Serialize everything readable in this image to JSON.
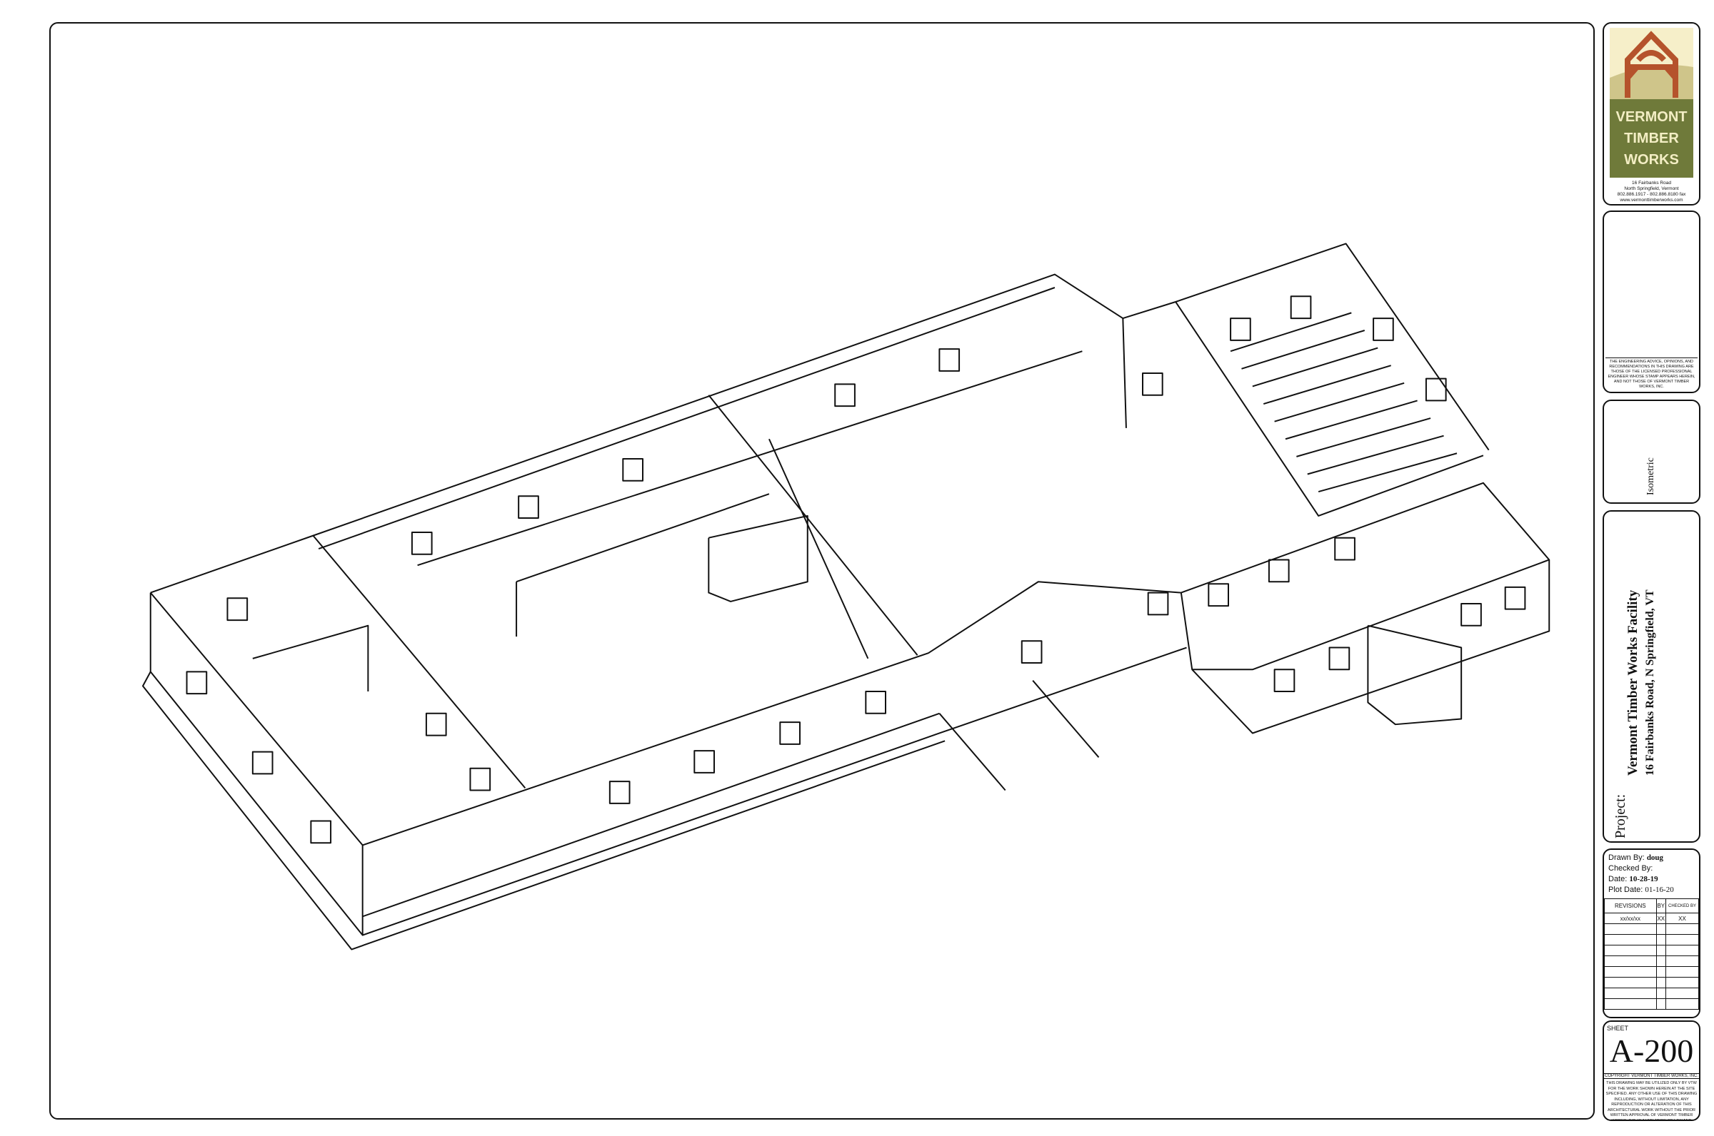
{
  "logo": {
    "line1": "VERMONT",
    "line2": "TIMBER",
    "line3": "WORKS",
    "address": [
      "16 Fairbanks Road",
      "North Springfield, Vermont",
      "802.886.1917 - 802.886.8180 fax",
      "www.vermonttimberworks.com"
    ],
    "colors": {
      "cream": "#f6efc9",
      "green": "#6f7a3a",
      "timber": "#b5532c",
      "hill": "#cfc58a"
    }
  },
  "engineering_note": "THE ENGINEERING ADVICE, OPINIONS, AND RECOMMENDATIONS IN THIS DRAWING ARE THOSE OF THE LICENSED PROFESSIONAL ENGINEER WHOSE STAMP APPEARS HEREIN, AND NOT THOSE OF VERMONT TIMBER WORKS, INC.",
  "view_name": "Isometric",
  "project": {
    "label": "Project:",
    "name": "Vermont Timber Works Facility",
    "address": "16 Fairbanks Road, N Springfield, VT"
  },
  "meta": {
    "drawn_by_label": "Drawn By:",
    "drawn_by": "doug",
    "checked_by_label": "Checked By:",
    "checked_by": "",
    "date_label": "Date:",
    "date": "10-28-19",
    "plot_date_label": "Plot Date:",
    "plot_date": "01-16-20"
  },
  "revisions": {
    "headers": [
      "REVISIONS",
      "BY",
      "CHECKED BY"
    ],
    "rows": [
      [
        "xx/xx/xx",
        "XX",
        "XX"
      ]
    ]
  },
  "sheet": {
    "label": "SHEET",
    "number": "A-200",
    "copyright": "COPYRIGHT VERMONT TIMBER WORKS, INC.",
    "disclaimer": "THIS DRAWING MAY BE UTILIZED ONLY BY VTW FOR THE WORK SHOWN HEREIN AT THE SITE SPECIFIED. ANY OTHER USE OF THIS DRAWING INCLUDING, WITHOUT LIMITATION, ANY REPRODUCTION OR ALTERATION OF THIS ARCHITECTURAL WORK WITHOUT THE PRIOR WRITTEN APPROVAL OF VERMONT TIMBER WORKS, INC. IS A VIOLATION OF LAW AND PROHIBITED."
  }
}
